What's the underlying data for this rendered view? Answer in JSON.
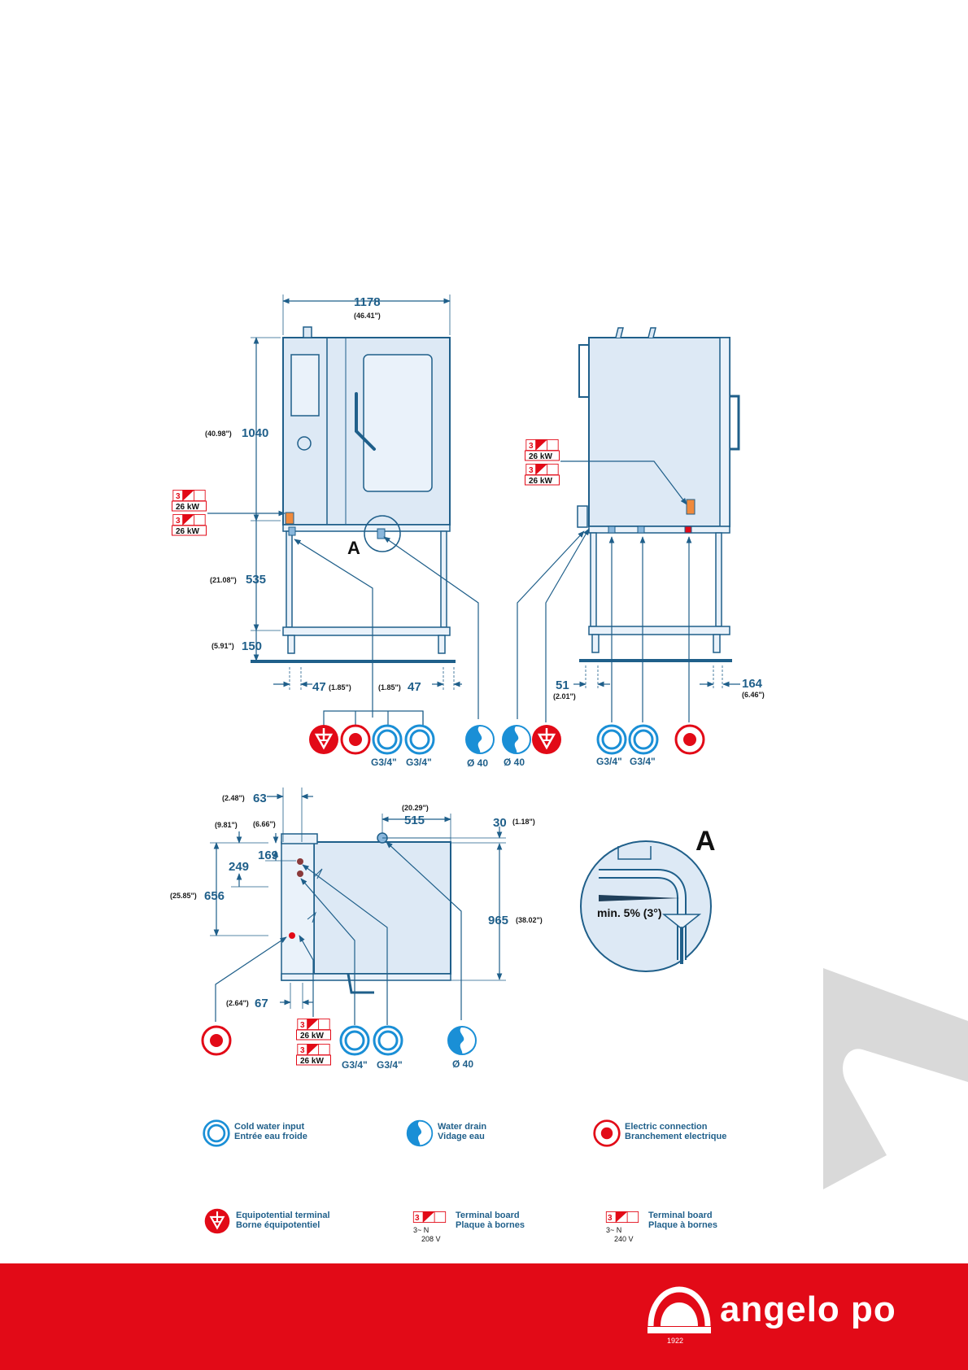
{
  "front_view": {
    "width": "1178",
    "width_in": "(46.41\")",
    "height": "1040",
    "height_in": "(40.98\")",
    "leg_height": "535",
    "leg_height_in": "(21.08\")",
    "foot_height": "150",
    "foot_height_in": "(5.91\")",
    "left_offset": "47",
    "left_offset_in": "(1.85\")",
    "right_offset": "47",
    "right_offset_in": "(1.85\")",
    "detail_label": "A"
  },
  "side_view": {
    "rear_offset": "51",
    "rear_offset_in": "(2.01\")",
    "front_offset": "164",
    "front_offset_in": "(6.46\")"
  },
  "top_view": {
    "d63": "63",
    "d63_in": "(2.48\")",
    "d249_in": "(9.81\")",
    "d169_in": "(6.66\")",
    "d249": "249",
    "d169": "169",
    "d656": "656",
    "d656_in": "(25.85\")",
    "d515": "515",
    "d515_in": "(20.29\")",
    "d30": "30",
    "d30_in": "(1.18\")",
    "d965": "965",
    "d965_in": "(38.02\")",
    "d67": "67",
    "d67_in": "(2.64\")"
  },
  "detail_a": {
    "label": "A",
    "slope": "min. 5% (3°)"
  },
  "connections": {
    "g34": "G3/4\"",
    "d40": "Ø 40"
  },
  "terminal_box": {
    "phase": "3",
    "power": "26 kW"
  },
  "legend": {
    "cold_water_en": "Cold water input",
    "cold_water_fr": "Entrée eau froide",
    "drain_en": "Water drain",
    "drain_fr": "Vidage eau",
    "electric_en": "Electric connection",
    "electric_fr": "Branchement electrique",
    "equi_en": "Equipotential terminal",
    "equi_fr": "Borne équipotentiel",
    "tb_en": "Terminal board",
    "tb_fr": "Plaque à bornes",
    "tb1_phase": "3",
    "tb1_sub": "3~ N",
    "tb1_volt": "208 V",
    "tb2_phase": "3",
    "tb2_sub": "3~ N",
    "tb2_volt": "240 V"
  },
  "footer": {
    "brand": "angelo po",
    "tagline": "1922"
  },
  "colors": {
    "line": "#1f5f8a",
    "fill": "#dde9f5",
    "red": "#e20a17",
    "blue": "#1a8fd6"
  }
}
